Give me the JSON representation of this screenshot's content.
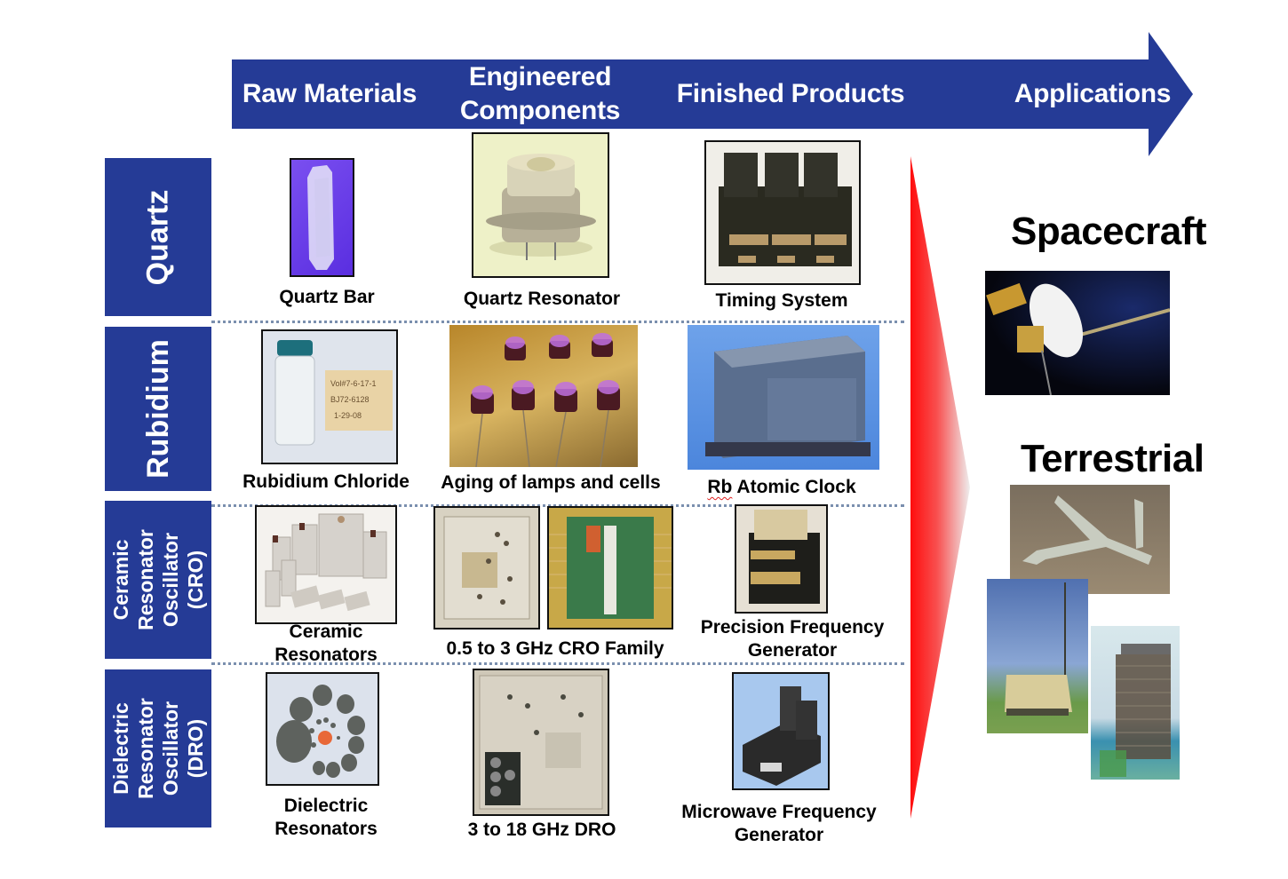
{
  "header": {
    "stages": [
      {
        "label": "Raw Materials"
      },
      {
        "label_line1": "Engineered",
        "label_line2": "Components"
      },
      {
        "label": "Finished Products"
      },
      {
        "label": "Applications"
      }
    ],
    "arrow_color": "#253b96"
  },
  "rows": [
    {
      "label": "Quartz",
      "raw_material": {
        "caption": "Quartz Bar"
      },
      "component": {
        "caption": "Quartz Resonator"
      },
      "product": {
        "caption": "Timing System"
      }
    },
    {
      "label": "Rubidium",
      "raw_material": {
        "caption": "Rubidium Chloride",
        "vial_label_lines": [
          "Vol#7-6-17-1",
          "BJ72-6128",
          "1-29-08"
        ]
      },
      "component": {
        "caption": "Aging of lamps and cells"
      },
      "product": {
        "caption_part1": "Rb",
        "caption_part2": " Atomic Clock"
      }
    },
    {
      "label_lines": [
        "Ceramic",
        "Resonator",
        "Oscillator",
        "(CRO)"
      ],
      "raw_material": {
        "caption_line1": "Ceramic",
        "caption_line2": "Resonators"
      },
      "component": {
        "caption": "0.5 to 3 GHz CRO Family"
      },
      "product": {
        "caption_line1": "Precision Frequency",
        "caption_line2": "Generator"
      }
    },
    {
      "label_lines": [
        "Dielectric",
        "Resonator",
        "Oscillator",
        "(DRO)"
      ],
      "raw_material": {
        "caption_line1": "Dielectric",
        "caption_line2": "Resonators"
      },
      "component": {
        "caption": "3 to 18 GHz DRO"
      },
      "product": {
        "caption_line1": "Microwave Frequency",
        "caption_line2": "Generator"
      }
    }
  ],
  "applications": {
    "spacecraft": {
      "title": "Spacecraft"
    },
    "terrestrial": {
      "title": "Terrestrial"
    }
  },
  "colors": {
    "row_label_bg": "#253b96",
    "divider": "#7a8fae",
    "funnel_red": "#ff1010"
  }
}
